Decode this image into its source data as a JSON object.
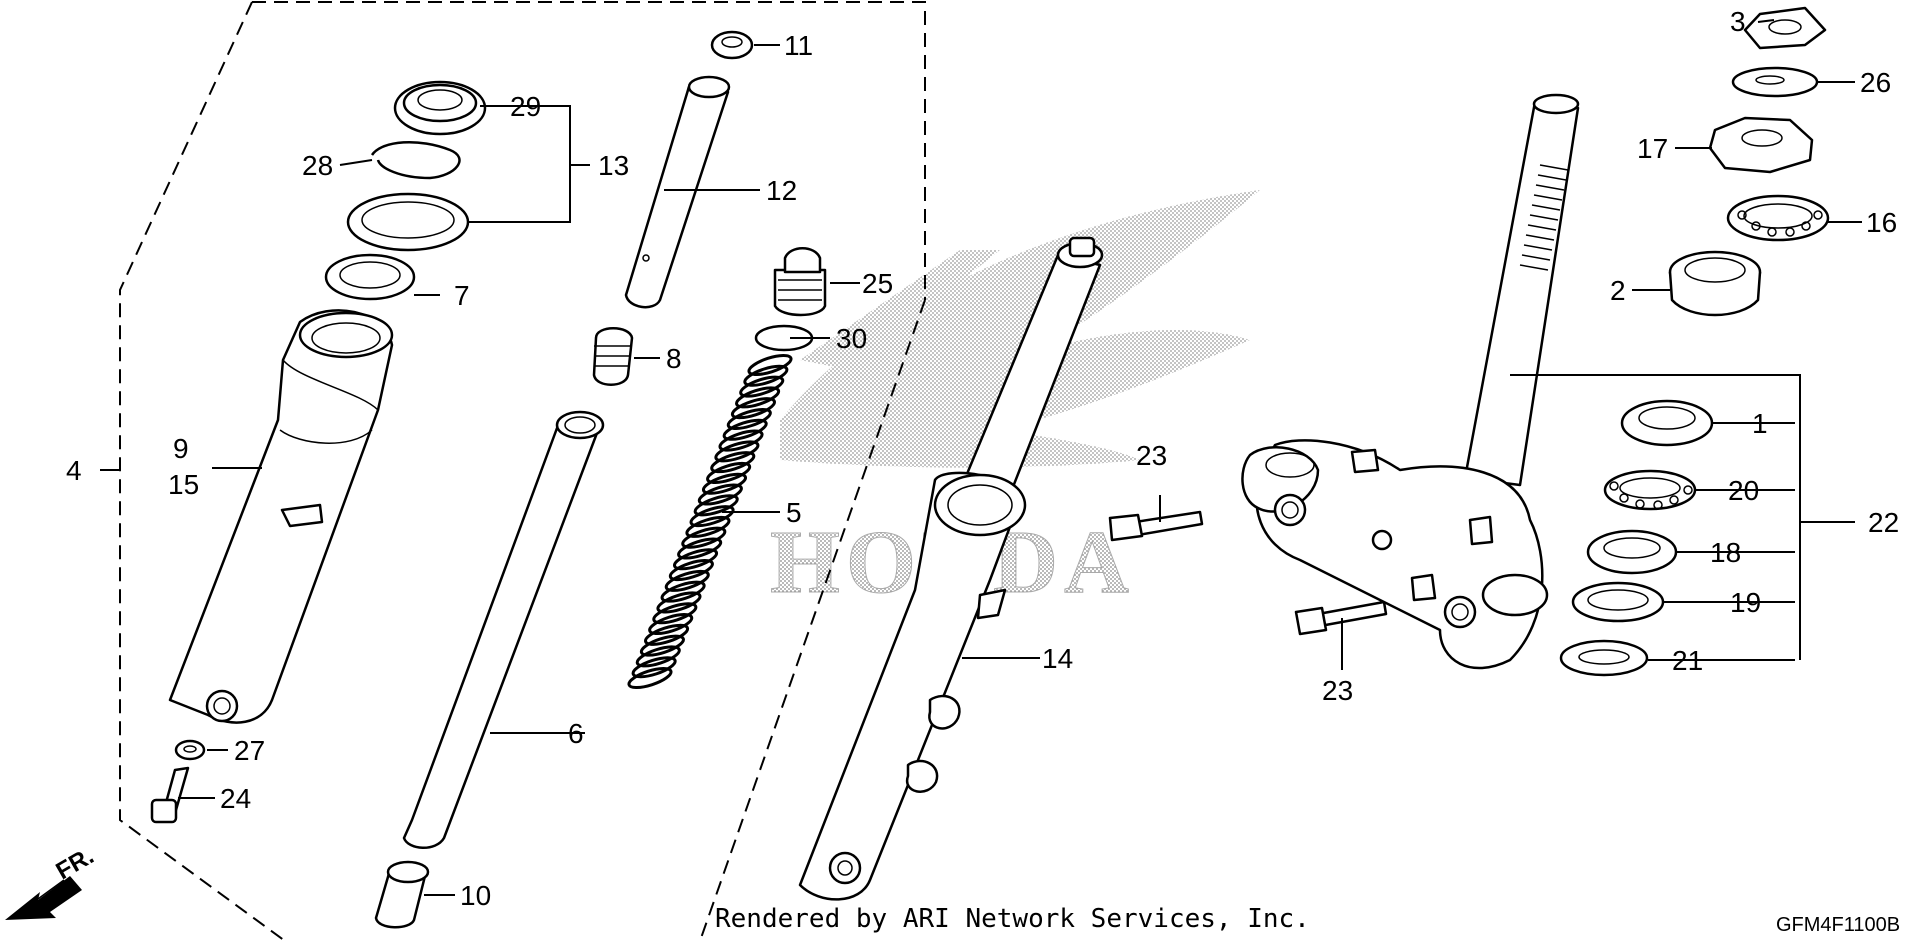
{
  "diagram": {
    "drawing_code": "GFM4F1100B",
    "rendered_by": "Rendered by ARI Network Services, Inc.",
    "watermark_brand": "HONDA",
    "direction_label": "FR.",
    "callouts": {
      "c1": "1",
      "c2": "2",
      "c3": "3",
      "c4": "4",
      "c5": "5",
      "c6": "6",
      "c7": "7",
      "c8": "8",
      "c9": "9",
      "c10": "10",
      "c11": "11",
      "c12": "12",
      "c13": "13",
      "c14": "14",
      "c15": "15",
      "c16": "16",
      "c17": "17",
      "c18": "18",
      "c19": "19",
      "c20": "20",
      "c21": "21",
      "c22": "22",
      "c23a": "23",
      "c23b": "23",
      "c24": "24",
      "c25": "25",
      "c26": "26",
      "c27": "27",
      "c28": "28",
      "c29": "29",
      "c30": "30"
    }
  }
}
